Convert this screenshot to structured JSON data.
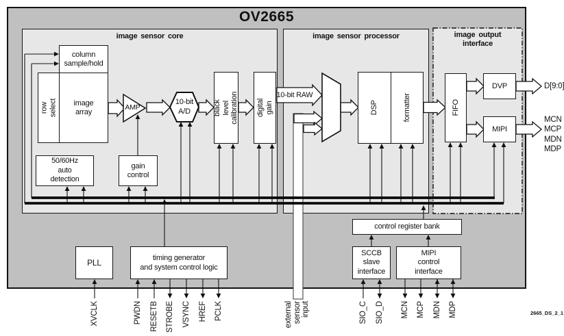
{
  "title": "OV2665",
  "sections": {
    "core": "image sensor core",
    "processor": "image sensor processor",
    "output": "image output\ninterface"
  },
  "blocks": {
    "column_sample_hold": "column\nsample/hold",
    "row_select": "row select",
    "image_array": "image\narray",
    "amp": "AMP",
    "adc": "10-bit\nA/D",
    "black_level_calibration": "black level\ncalibration",
    "digital_gain": "digital gain",
    "raw_bus_label": "10-bit RAW",
    "dsp": "DSP",
    "formatter": "formatter",
    "fifo": "FIFO",
    "dvp": "DVP",
    "mipi": "MIPI",
    "auto_detection": "50/60Hz\nauto\ndetection",
    "gain_control": "gain\ncontrol",
    "pll": "PLL",
    "timing_generator": "timing generator\nand system control logic",
    "control_register_bank": "control register bank",
    "sccb_slave_interface": "SCCB\nslave\ninterface",
    "mipi_control_interface": "MIPI\ncontrol\ninterface"
  },
  "pins": {
    "xvclk": "XVCLK",
    "pwdn": "PWDN",
    "resetb": "RESETB",
    "strobe": "STROBE",
    "vsync": "VSYNC",
    "href": "HREF",
    "pclk": "PCLK",
    "external_input": "external\nsensor\ninput",
    "sio_c": "SIO_C",
    "sio_d": "SIO_D",
    "mcn": "MCN",
    "mcp": "MCP",
    "mdn": "MDN",
    "mdp": "MDP"
  },
  "outputs": {
    "dvp_bus": "D[9:0]",
    "mipi_bus": "MCN\nMCP\nMDN\nMDP"
  },
  "footer": "2665_DS_2_1",
  "colors": {
    "outer_fill": "#c0c0c0",
    "section_fill": "#e7e7e7",
    "block_fill": "#ffffff",
    "line": "#111111"
  }
}
